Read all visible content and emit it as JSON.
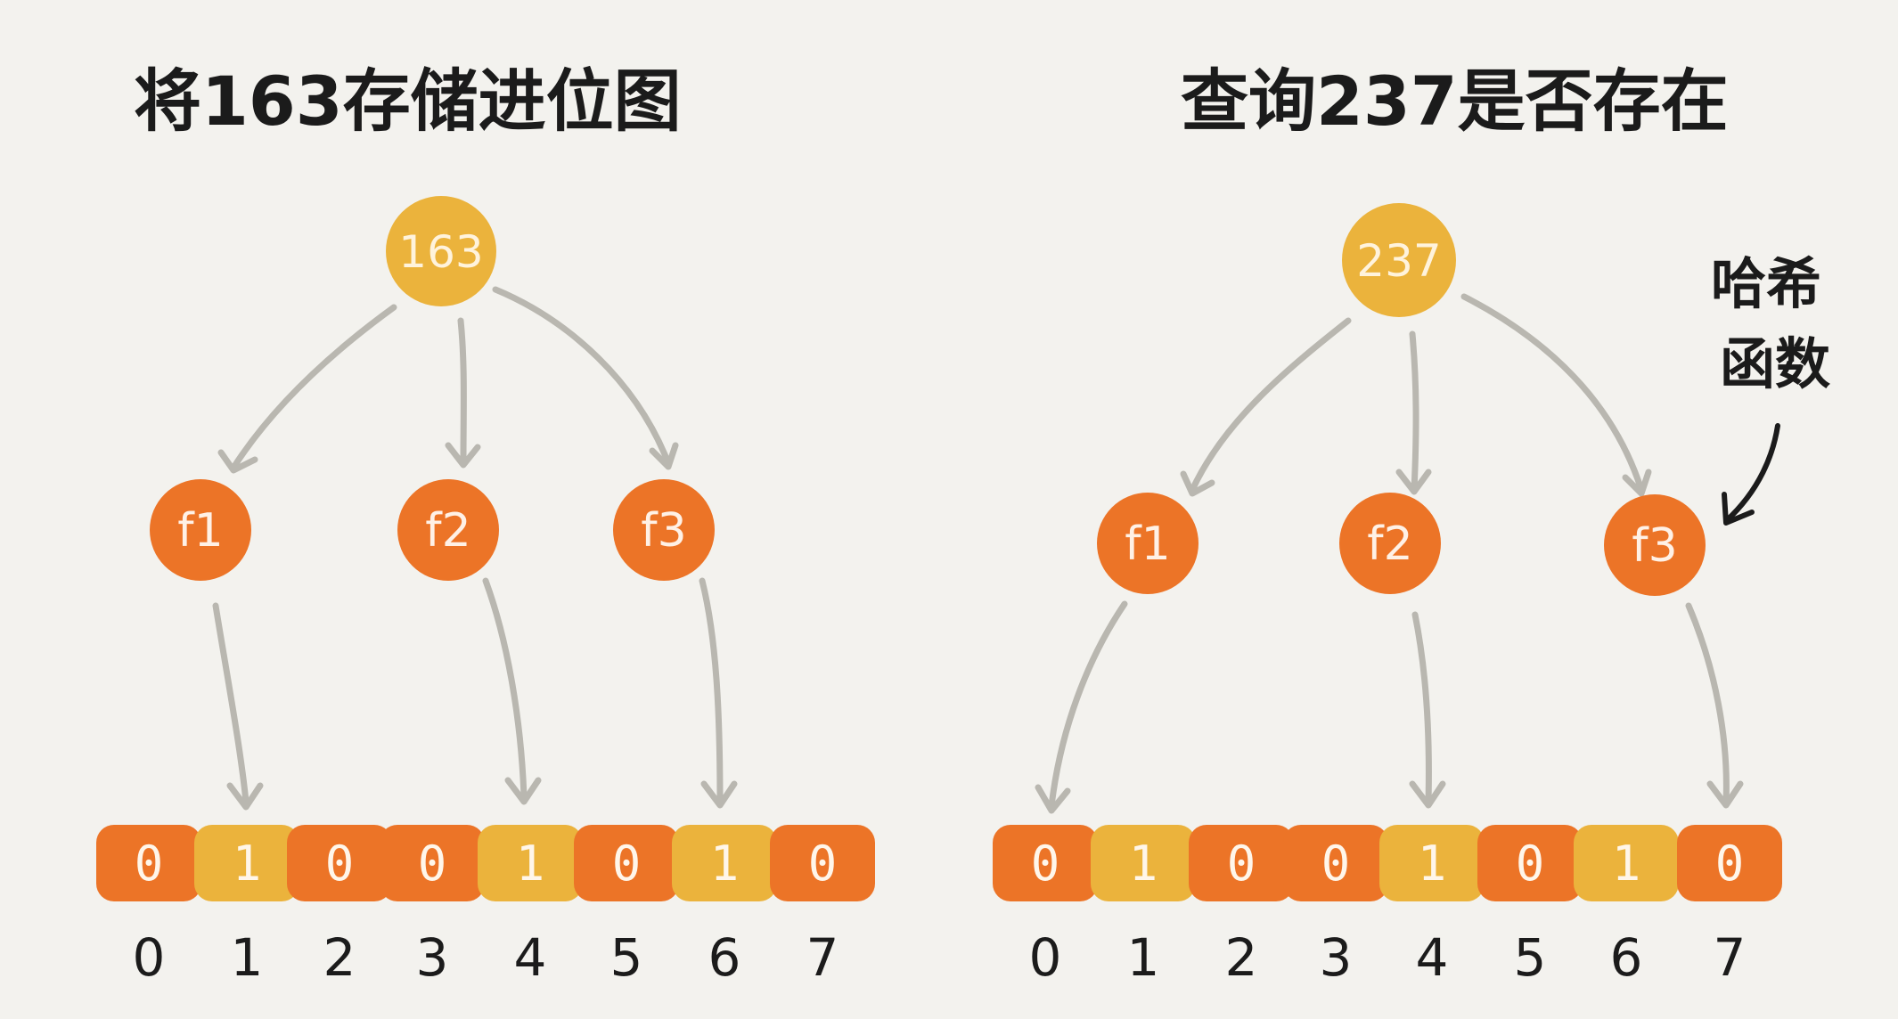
{
  "colors": {
    "background": "#f3f2ee",
    "bit_zero": "#ec7427",
    "bit_one": "#ebb33c",
    "function_node": "#ec7427",
    "value_node": "#ebb33c",
    "arrow": "#b9b7b0",
    "ink": "#1b1b1b"
  },
  "panels": [
    {
      "title": "将163存储进位图",
      "value": "163",
      "functions": [
        "f1",
        "f2",
        "f3"
      ],
      "bits": [
        "0",
        "1",
        "0",
        "0",
        "1",
        "0",
        "1",
        "0"
      ],
      "indices": [
        "0",
        "1",
        "2",
        "3",
        "4",
        "5",
        "6",
        "7"
      ],
      "targets": [
        1,
        4,
        6
      ]
    },
    {
      "title": "查询237是否存在",
      "value": "237",
      "functions": [
        "f1",
        "f2",
        "f3"
      ],
      "bits": [
        "0",
        "1",
        "0",
        "0",
        "1",
        "0",
        "1",
        "0"
      ],
      "indices": [
        "0",
        "1",
        "2",
        "3",
        "4",
        "5",
        "6",
        "7"
      ],
      "targets": [
        0,
        4,
        7
      ]
    }
  ],
  "annotation": {
    "line1": "哈希",
    "line2": "函数"
  }
}
